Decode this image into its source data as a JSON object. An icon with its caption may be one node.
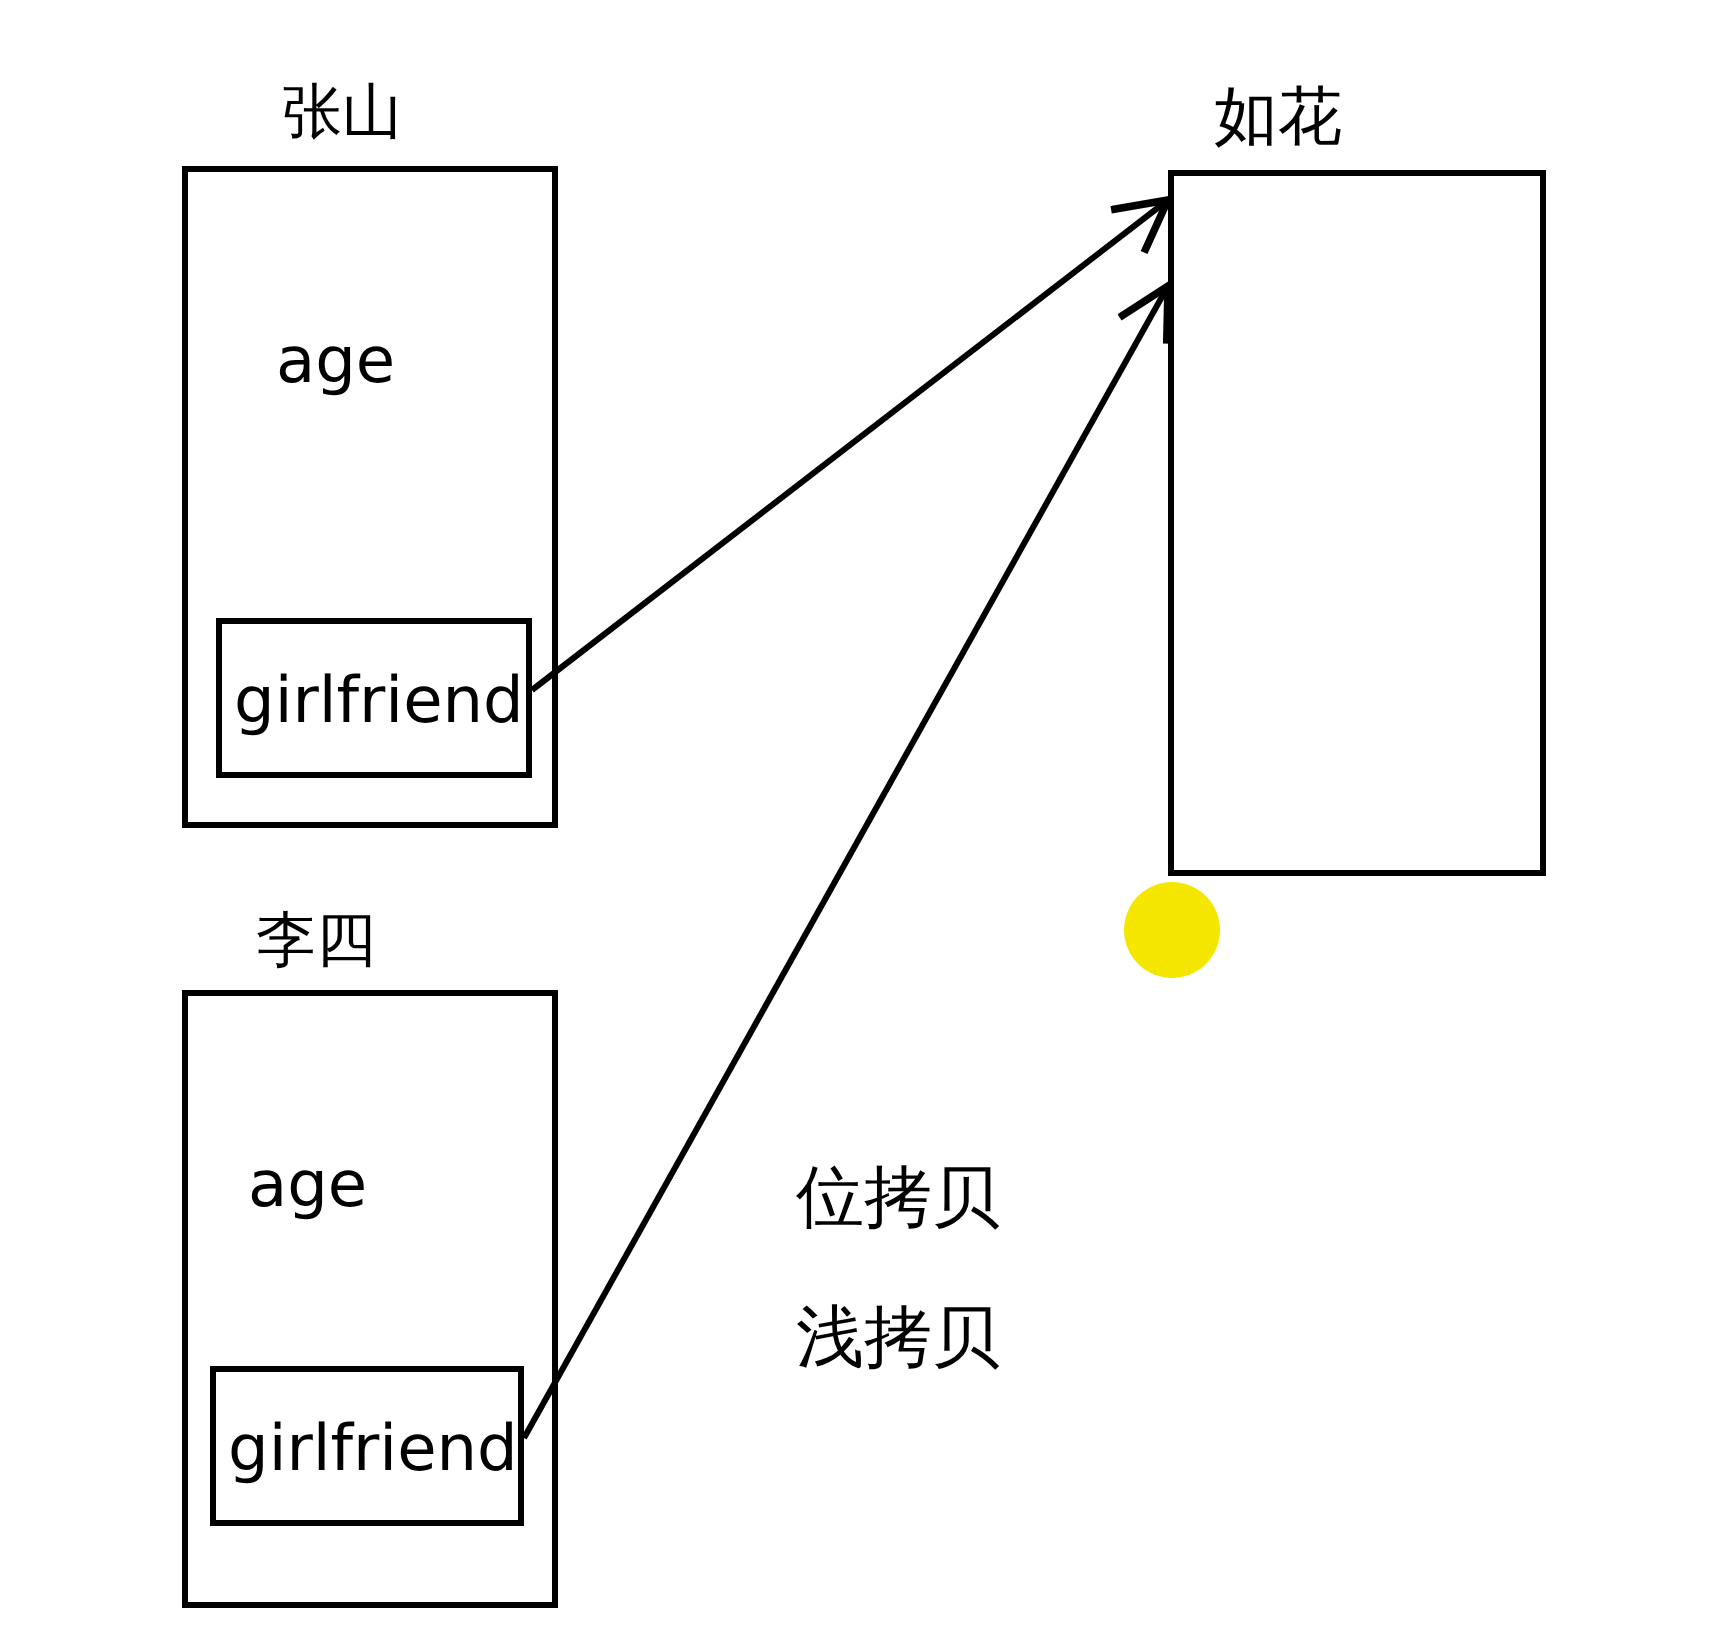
{
  "diagram": {
    "nodes": [
      {
        "text": [
          "张山",
          "age"
        ]
      },
      {
        "text": [
          "girlfriend"
        ],
        "in": 0
      },
      {
        "text": [
          "李四",
          "age"
        ]
      },
      {
        "text": [
          "girlfriend"
        ],
        "in": 2
      },
      {
        "text": [
          "如花"
        ]
      }
    ],
    "edges": [
      {
        "from": 1,
        "to": 4,
        "arrow": "to"
      },
      {
        "from": 3,
        "to": 4,
        "arrow": "to"
      }
    ],
    "labels": [
      "位拷贝",
      "浅拷贝"
    ]
  }
}
